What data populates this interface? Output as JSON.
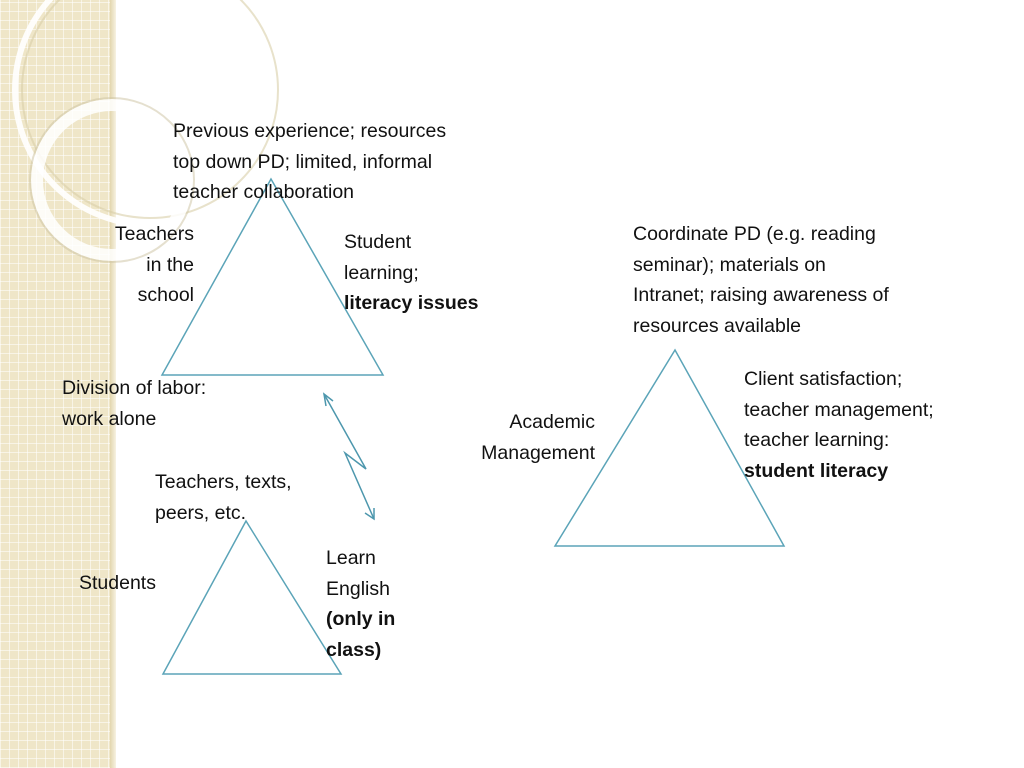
{
  "colors": {
    "triangle_stroke": "#5ba4b8",
    "arrow_stroke": "#4d97ad",
    "sidebar_bg": "#efe6c8",
    "text": "#111111"
  },
  "labels": {
    "top_tool": "Previous experience; resources\ntop down PD; limited, informal\nteacher collaboration",
    "teachers_subject": "Teachers\nin the\nschool",
    "teachers_object_line1": "Student\nlearning;",
    "teachers_object_bold": "literacy issues",
    "division_of_labor": "Division of labor:\nwork alone",
    "students_tool": "Teachers, texts,\npeers, etc.",
    "students_subject": "Students",
    "students_object_line1": "Learn\nEnglish",
    "students_object_bold": "(only in\nclass)",
    "management_tool": "Coordinate PD (e.g. reading\nseminar); materials on\nIntranet; raising awareness of\nresources available",
    "management_subject": "Academic\nManagement",
    "management_object_line1": "Client satisfaction;\nteacher management;\nteacher learning:",
    "management_object_bold": "student literacy"
  }
}
